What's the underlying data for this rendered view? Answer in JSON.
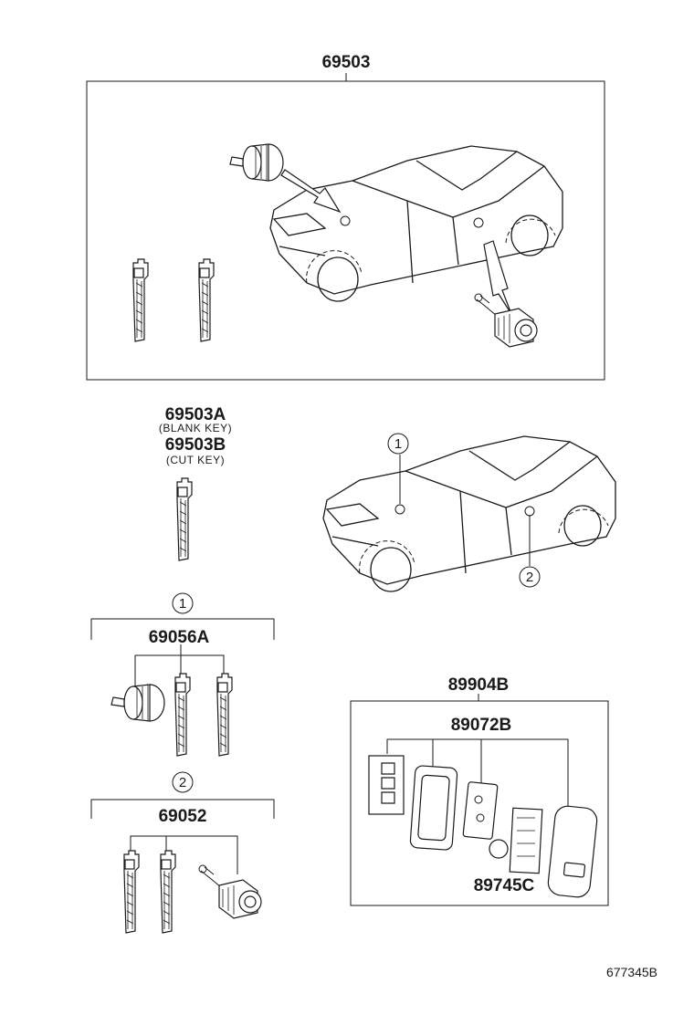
{
  "diagram": {
    "labels": {
      "kit_main": "69503",
      "key_blank": "69503A",
      "key_blank_note": "(BLANK KEY)",
      "key_cut": "69503B",
      "key_cut_note": "(CUT KEY)",
      "set_one": "69056A",
      "set_two": "69052",
      "remote_assy": "89904B",
      "remote_case": "89072B",
      "battery": "89745C",
      "ref_number": "677345B"
    },
    "callouts": {
      "one": "1",
      "two": "2"
    }
  }
}
